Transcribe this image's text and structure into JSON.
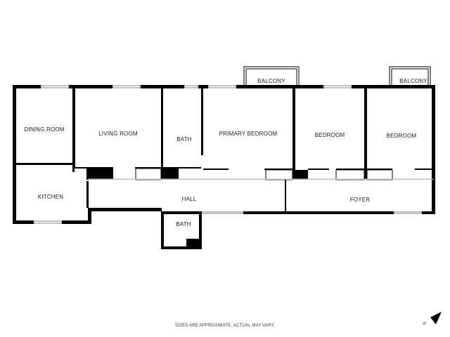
{
  "rooms": {
    "dining_room": "DINING ROOM",
    "living_room": "LIVING ROOM",
    "bath_1": "BATH",
    "primary_bedroom": "PRIMARY BEDROOM",
    "bedroom_1": "BEDROOM",
    "bedroom_2": "BEDROOM",
    "kitchen": "KITCHEN",
    "hall": "HALL",
    "foyer": "FOYER",
    "bath_2": "BATH",
    "balcony_1": "BALCONY",
    "balcony_2": "BALCONY"
  },
  "footer": {
    "disclaimer": "SIZES ARE APPROXIMATE, ACTUAL MAY VARY."
  },
  "compass": {
    "label": "N",
    "icon": "north-arrow-icon"
  },
  "colors": {
    "wall": "#000000",
    "background": "#ffffff"
  }
}
